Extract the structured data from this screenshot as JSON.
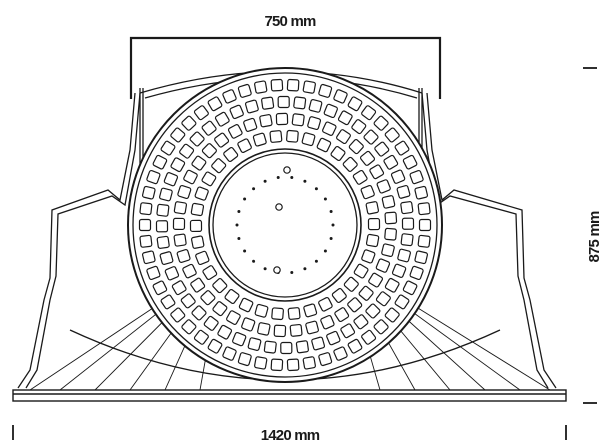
{
  "dimensions": {
    "top_width": "750 mm",
    "height": "875 mm",
    "bottom_width": "1420 mm"
  },
  "colors": {
    "line": "#1a1a1a",
    "background": "#ffffff"
  },
  "drum": {
    "outer_rows": 4,
    "inner_holes": 22
  }
}
